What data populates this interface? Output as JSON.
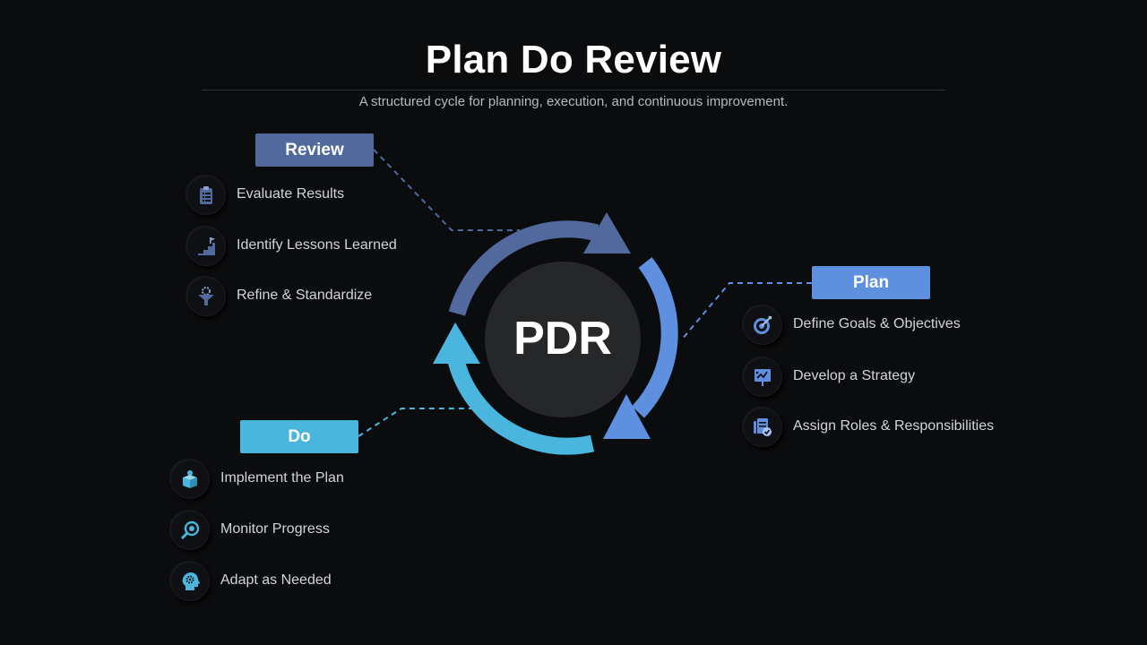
{
  "title": "Plan Do Review",
  "subtitle": "A structured cycle for planning, execution, and continuous improvement.",
  "center_label": "PDR",
  "colors": {
    "background": "#0b0c0e",
    "review": "#52699d",
    "plan": "#5f8fdf",
    "do": "#4bb6dd",
    "center": "#262729"
  },
  "phases": {
    "review": {
      "label": "Review",
      "items": [
        {
          "text": "Evaluate Results",
          "icon": "clipboard-checklist-icon"
        },
        {
          "text": "Identify Lessons Learned",
          "icon": "stairs-flag-icon"
        },
        {
          "text": "Refine & Standardize",
          "icon": "gear-funnel-icon"
        }
      ]
    },
    "plan": {
      "label": "Plan",
      "items": [
        {
          "text": "Define Goals & Objectives",
          "icon": "target-arrow-icon"
        },
        {
          "text": "Develop a Strategy",
          "icon": "strategy-board-icon"
        },
        {
          "text": "Assign Roles & Responsibilities",
          "icon": "document-check-icon"
        }
      ]
    },
    "do": {
      "label": "Do",
      "items": [
        {
          "text": "Implement the Plan",
          "icon": "person-box-icon"
        },
        {
          "text": "Monitor Progress",
          "icon": "magnifier-target-icon"
        },
        {
          "text": "Adapt as Needed",
          "icon": "head-gear-icon"
        }
      ]
    }
  }
}
